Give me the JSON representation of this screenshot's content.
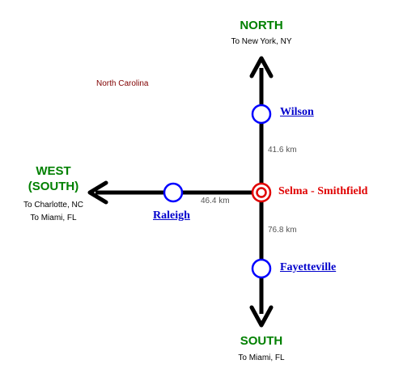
{
  "region": "North Carolina",
  "directions": {
    "north": {
      "label": "NORTH",
      "sub": [
        "To New York, NY"
      ]
    },
    "south": {
      "label": "SOUTH",
      "sub": [
        "To Miami, FL"
      ]
    },
    "west": {
      "label_line1": "WEST",
      "label_line2": "(SOUTH)",
      "sub": [
        "To Charlotte, NC",
        "To Miami, FL"
      ]
    }
  },
  "stations": {
    "current": "Selma - Smithfield",
    "north": "Wilson",
    "west": "Raleigh",
    "south": "Fayetteville"
  },
  "distances": {
    "north": "41.6 km",
    "west": "46.4 km",
    "south": "76.8 km"
  },
  "colors": {
    "direction_text": "#008000",
    "station_link": "#0000cc",
    "current_station": "#e00000",
    "track": "#000000",
    "region_text": "#800000",
    "distance_text": "#555555"
  }
}
